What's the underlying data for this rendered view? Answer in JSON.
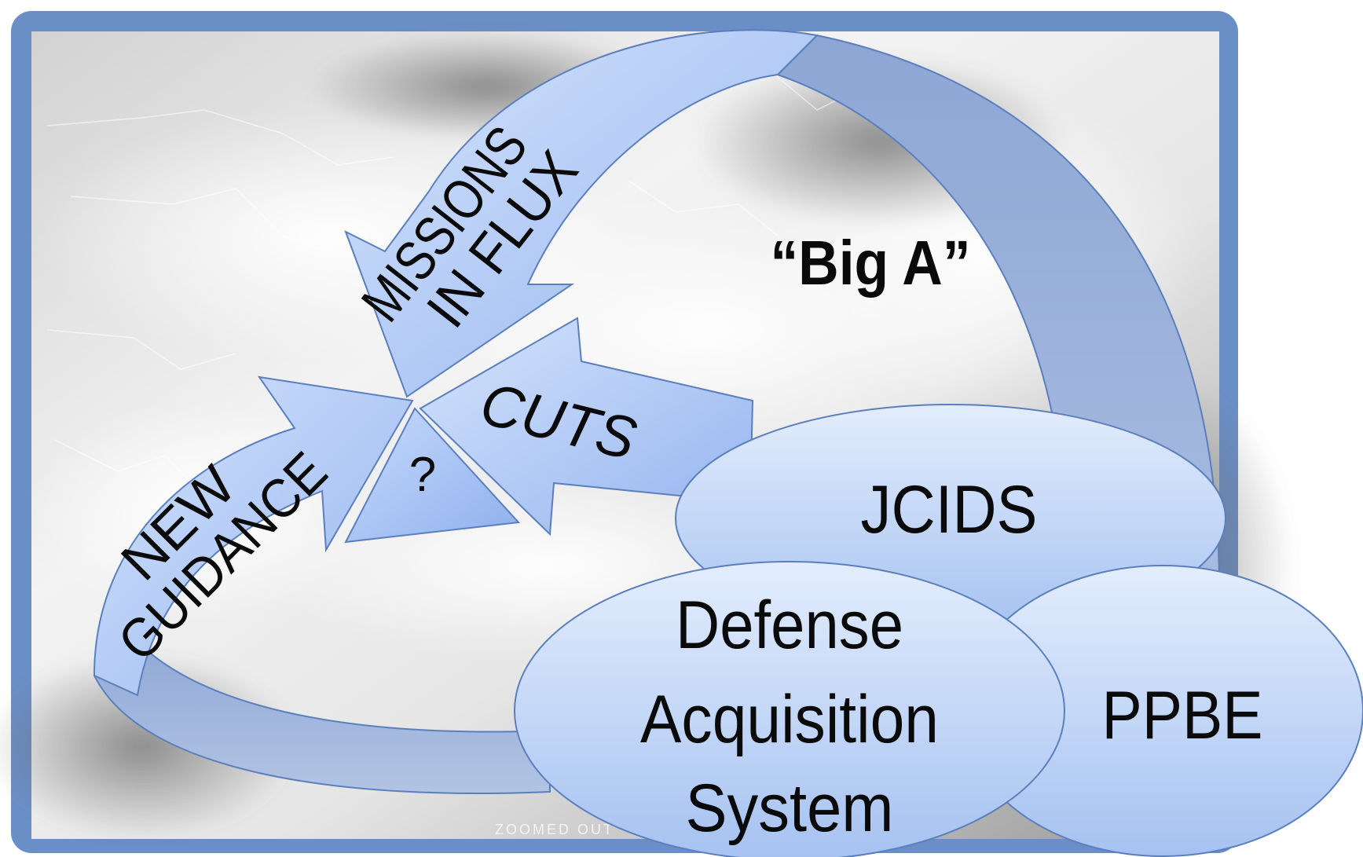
{
  "header_fragment": "",
  "labels": {
    "missions_line1": "MISSIONS",
    "missions_line2": "IN FLUX",
    "new_line1": "NEW",
    "new_line2": "GUIDANCE",
    "cuts": "CUTS",
    "question": "?",
    "big_a": "“Big A”",
    "jcids": "JCIDS",
    "das_line1": "Defense",
    "das_line2": "Acquisition",
    "das_line3": "System",
    "ppbe": "PPBE",
    "watermark": "ZOOMED OUT"
  },
  "colors": {
    "arrow_light": "#c3d7fb",
    "arrow_mid": "#9ebbf0",
    "arrow_dark": "#7e93bd",
    "oval_light": "#dce8fb",
    "oval_dark": "#a9c4f0",
    "frame": "#5a82c0",
    "text": "#0a0a0a"
  }
}
